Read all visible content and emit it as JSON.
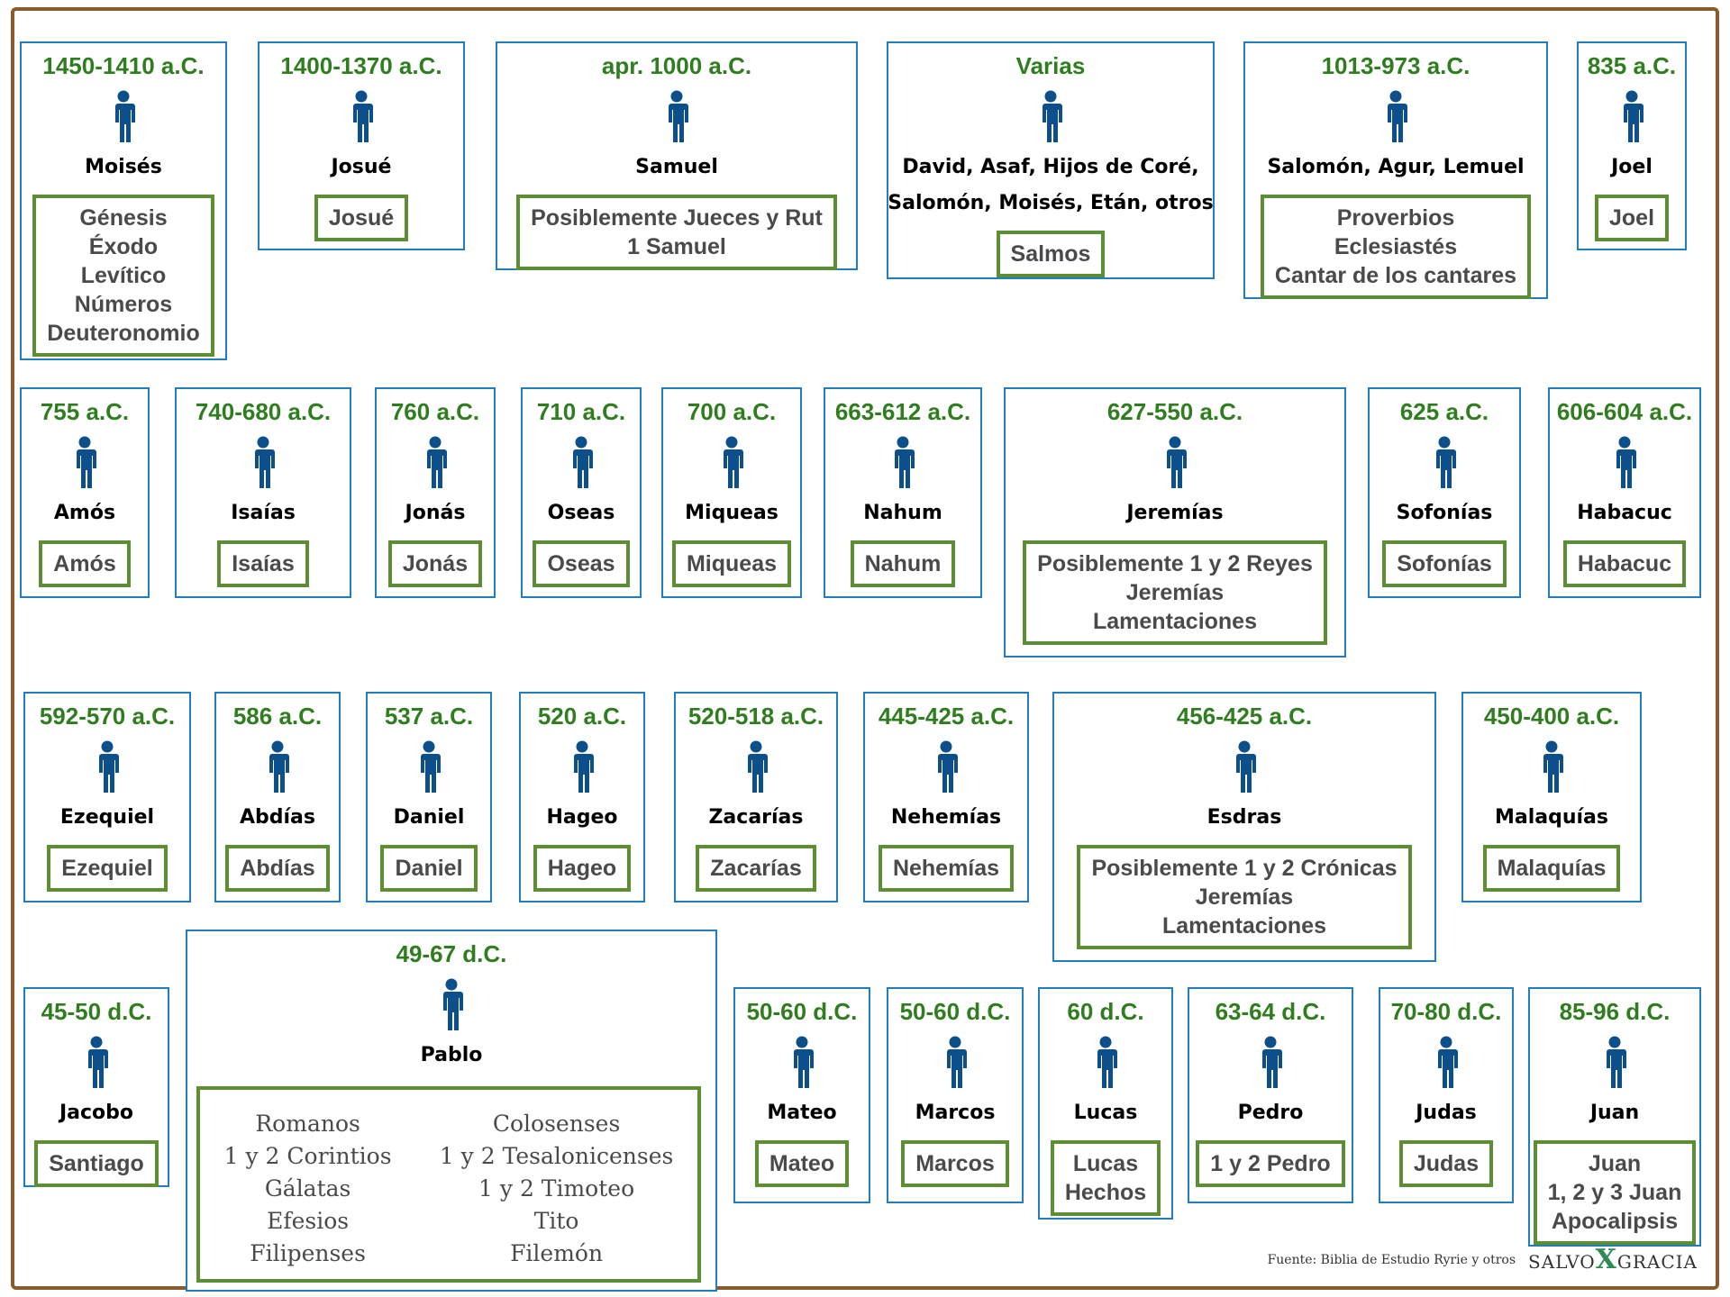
{
  "cards": [
    {
      "id": "moises",
      "date": "1450-1410 a.C.",
      "author": "Moisés",
      "books": [
        "Génesis",
        "Éxodo",
        "Levítico",
        "Números",
        "Deuteronomio"
      ]
    },
    {
      "id": "josue",
      "date": "1400-1370 a.C.",
      "author": "Josué",
      "books": [
        "Josué"
      ]
    },
    {
      "id": "samuel",
      "date": "apr. 1000 a.C.",
      "author": "Samuel",
      "books": [
        "Posiblemente Jueces y Rut",
        "1 Samuel"
      ]
    },
    {
      "id": "salmos",
      "date": "Varias",
      "author": [
        "David, Asaf, Hijos de Coré,",
        "Salomón, Moisés, Etán, otros"
      ],
      "books": [
        "Salmos"
      ]
    },
    {
      "id": "salomon",
      "date": "1013-973 a.C.",
      "author": "Salomón, Agur, Lemuel",
      "books": [
        "Proverbios",
        "Eclesiastés",
        "Cantar de los cantares"
      ]
    },
    {
      "id": "joel",
      "date": "835 a.C.",
      "author": "Joel",
      "books": [
        "Joel"
      ]
    },
    {
      "id": "amos",
      "date": "755 a.C.",
      "author": "Amós",
      "books": [
        "Amós"
      ]
    },
    {
      "id": "isaias",
      "date": "740-680 a.C.",
      "author": "Isaías",
      "books": [
        "Isaías"
      ]
    },
    {
      "id": "jonas",
      "date": "760 a.C.",
      "author": "Jonás",
      "books": [
        "Jonás"
      ]
    },
    {
      "id": "oseas",
      "date": "710 a.C.",
      "author": "Oseas",
      "books": [
        "Oseas"
      ]
    },
    {
      "id": "miqueas",
      "date": "700 a.C.",
      "author": "Miqueas",
      "books": [
        "Miqueas"
      ]
    },
    {
      "id": "nahum",
      "date": "663-612 a.C.",
      "author": "Nahum",
      "books": [
        "Nahum"
      ]
    },
    {
      "id": "jeremias",
      "date": "627-550 a.C.",
      "author": "Jeremías",
      "books": [
        "Posiblemente 1 y 2 Reyes",
        "Jeremías",
        "Lamentaciones"
      ]
    },
    {
      "id": "sofonias",
      "date": "625 a.C.",
      "author": "Sofonías",
      "books": [
        "Sofonías"
      ]
    },
    {
      "id": "habacuc",
      "date": "606-604 a.C.",
      "author": "Habacuc",
      "books": [
        "Habacuc"
      ]
    },
    {
      "id": "ezequiel",
      "date": "592-570 a.C.",
      "author": "Ezequiel",
      "books": [
        "Ezequiel"
      ]
    },
    {
      "id": "abdias",
      "date": "586 a.C.",
      "author": "Abdías",
      "books": [
        "Abdías"
      ]
    },
    {
      "id": "daniel",
      "date": "537 a.C.",
      "author": "Daniel",
      "books": [
        "Daniel"
      ]
    },
    {
      "id": "hageo",
      "date": "520 a.C.",
      "author": "Hageo",
      "books": [
        "Hageo"
      ]
    },
    {
      "id": "zacarias",
      "date": "520-518 a.C.",
      "author": "Zacarías",
      "books": [
        "Zacarías"
      ]
    },
    {
      "id": "nehemias",
      "date": "445-425 a.C.",
      "author": "Nehemías",
      "books": [
        "Nehemías"
      ]
    },
    {
      "id": "esdras",
      "date": "456-425 a.C.",
      "author": "Esdras",
      "books": [
        "Posiblemente 1 y 2 Crónicas",
        "Jeremías",
        "Lamentaciones"
      ]
    },
    {
      "id": "malaquias",
      "date": "450-400 a.C.",
      "author": "Malaquías",
      "books": [
        "Malaquías"
      ]
    },
    {
      "id": "jacobo",
      "date": "45-50 d.C.",
      "author": "Jacobo",
      "books": [
        "Santiago"
      ]
    },
    {
      "id": "mateo",
      "date": "50-60 d.C.",
      "author": "Mateo",
      "books": [
        "Mateo"
      ]
    },
    {
      "id": "marcos",
      "date": "50-60 d.C.",
      "author": "Marcos",
      "books": [
        "Marcos"
      ]
    },
    {
      "id": "lucas",
      "date": "60 d.C.",
      "author": "Lucas",
      "books": [
        "Lucas",
        "Hechos"
      ]
    },
    {
      "id": "pedro",
      "date": "63-64 d.C.",
      "author": "Pedro",
      "books": [
        "1 y 2 Pedro"
      ]
    },
    {
      "id": "judas",
      "date": "70-80 d.C.",
      "author": "Judas",
      "books": [
        "Judas"
      ]
    },
    {
      "id": "juan",
      "date": "85-96 d.C.",
      "author": "Juan",
      "books": [
        "Juan",
        "1, 2 y 3 Juan",
        "Apocalipsis"
      ]
    }
  ],
  "pablo": {
    "date": "49-67 d.C.",
    "author": "Pablo",
    "books_left": [
      "Romanos",
      "1 y 2 Corintios",
      "Gálatas",
      "Efesios",
      "Filipenses"
    ],
    "books_right": [
      "Colosenses",
      "1 y 2 Tesalonicenses",
      "1 y 2 Timoteo",
      "Tito",
      "Filemón"
    ]
  },
  "footer": {
    "source": "Fuente: Biblia de Estudio Ryrie y otros",
    "logo_left": "SALVO",
    "logo_mark": "X",
    "logo_right": "GRACIA"
  },
  "colors": {
    "date": "#2f7d1f",
    "card_border": "#1f7fc0",
    "books_border": "#5e8e34",
    "person": "#0d4f8b",
    "frame": "#8a5a2b"
  }
}
